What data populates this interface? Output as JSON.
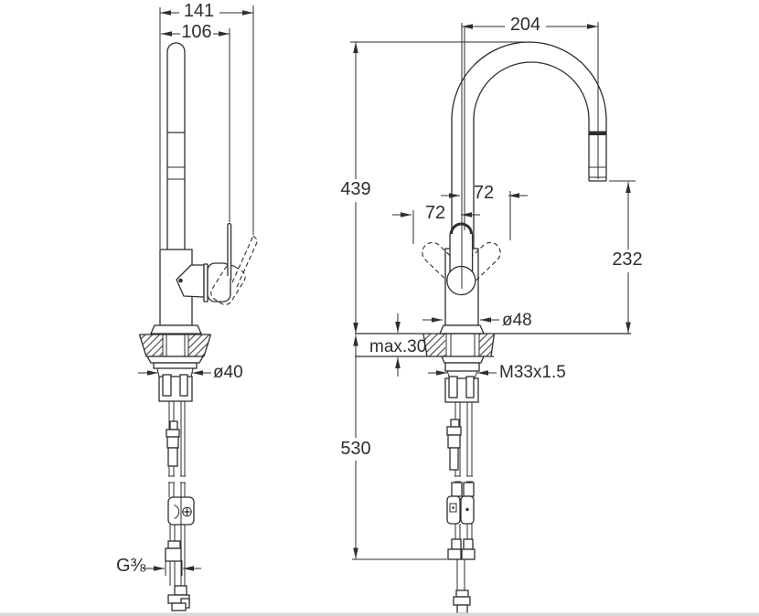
{
  "side_view": {
    "dim_overall_width": "141",
    "dim_handle_reach": "106",
    "dim_shank_diameter": "ø40",
    "dim_supply_thread": "G⅜"
  },
  "front_view": {
    "dim_spout_reach": "204",
    "dim_overall_height": "439",
    "dim_handle_swing_right": "72",
    "dim_handle_swing_left": "72",
    "dim_outlet_height": "232",
    "dim_body_diameter": "ø48",
    "dim_max_deck_thickness": "max.30",
    "dim_shank_thread": "M33x1.5",
    "dim_below_deck_length": "530"
  },
  "colors": {
    "line": "#2e2e2e",
    "background": "#ffffff",
    "bottom_strip": "#d9d9d9"
  }
}
